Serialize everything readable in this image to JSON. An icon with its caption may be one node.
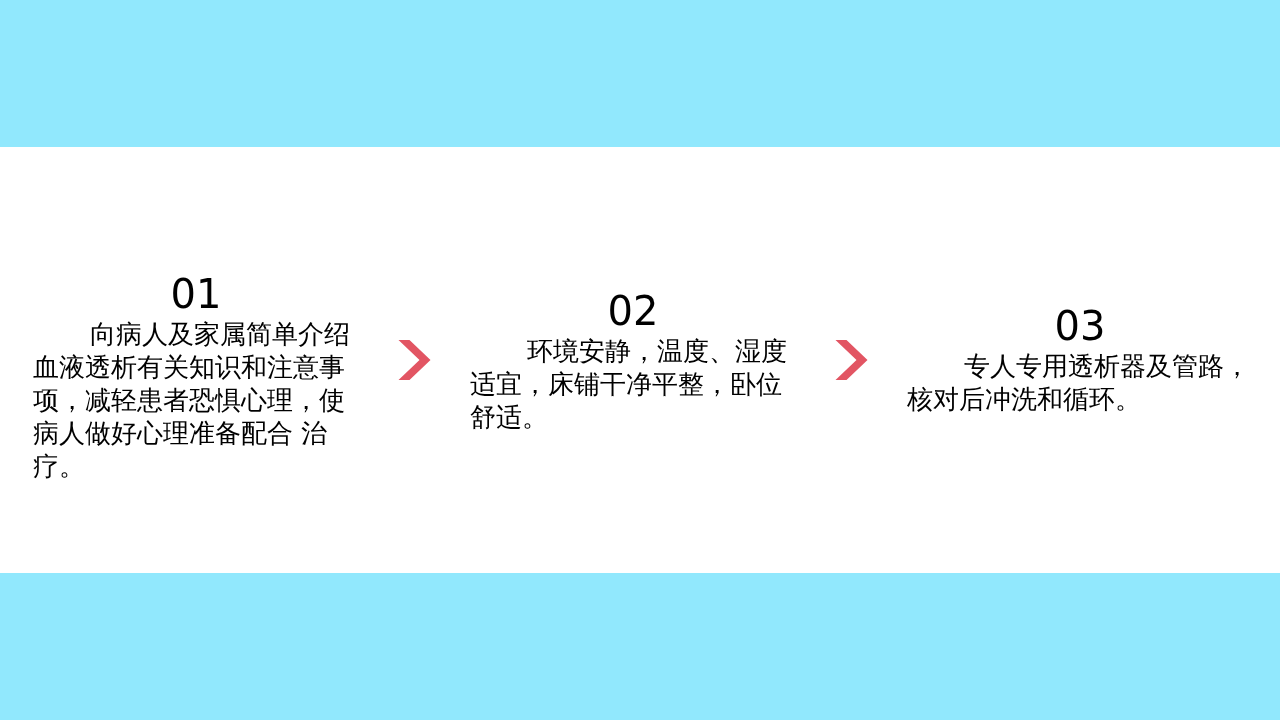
{
  "diagram": {
    "nodes": [
      {
        "text": [
          "01",
          "向病人及家属简单介绍血液透析有关知识和注意事项，减轻患者恐惧心理，使病人做好心理准备配合 治疗。"
        ]
      },
      {
        "text": [
          "02",
          "环境安静，温度、湿度适宜，床铺干净平整，卧位舒适。"
        ]
      },
      {
        "text": [
          "03",
          "专人专用透析器及管路，核对后冲洗和循环。"
        ]
      }
    ],
    "edges": [
      {
        "from": 0,
        "to": 1,
        "arrow": "to",
        "color": "#e25563"
      },
      {
        "from": 1,
        "to": 2,
        "arrow": "to",
        "color": "#e25563"
      }
    ]
  }
}
